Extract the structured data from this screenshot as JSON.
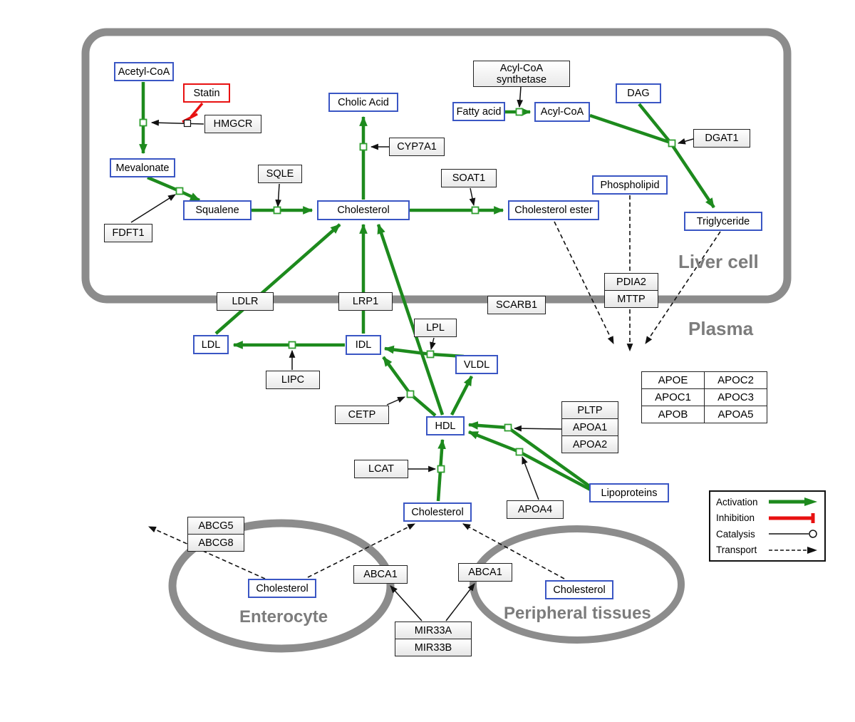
{
  "compartments": {
    "liver": "Liver cell",
    "plasma": "Plasma",
    "enterocyte": "Enterocyte",
    "peripheral": "Peripheral tissues"
  },
  "nodes": {
    "acetyl_coa": "Acetyl-CoA",
    "statin": "Statin",
    "hmgcr": "HMGCR",
    "mevalonate": "Mevalonate",
    "fdft1": "FDFT1",
    "squalene": "Squalene",
    "sqle": "SQLE",
    "cholic_acid": "Cholic Acid",
    "cyp7a1": "CYP7A1",
    "cholesterol_liver": "Cholesterol",
    "soat1": "SOAT1",
    "cholesterol_ester": "Cholesterol ester",
    "acyl_coa_synthetase_l1": "Acyl-CoA",
    "acyl_coa_synthetase_l2": "synthetase",
    "fatty_acid": "Fatty acid",
    "acyl_coa": "Acyl-CoA",
    "dag": "DAG",
    "dgat1": "DGAT1",
    "phospholipid": "Phospholipid",
    "triglyceride": "Triglyceride",
    "pdia2": "PDIA2",
    "mttp": "MTTP",
    "ldlr": "LDLR",
    "lrp1": "LRP1",
    "scarb1": "SCARB1",
    "ldl": "LDL",
    "idl": "IDL",
    "lipc": "LIPC",
    "lpl": "LPL",
    "vldl": "VLDL",
    "cetp": "CETP",
    "hdl": "HDL",
    "lcat": "LCAT",
    "pltp": "PLTP",
    "apoa1": "APOA1",
    "apoa2": "APOA2",
    "apoa4": "APOA4",
    "lipoproteins": "Lipoproteins",
    "cholesterol_plasma": "Cholesterol",
    "abcg5": "ABCG5",
    "abcg8": "ABCG8",
    "cholesterol_enterocyte": "Cholesterol",
    "abca1": "ABCA1",
    "cholesterol_peripheral": "Cholesterol",
    "mir33a": "MIR33A",
    "mir33b": "MIR33B"
  },
  "apo_table": [
    [
      "APOE",
      "APOC2"
    ],
    [
      "APOC1",
      "APOC3"
    ],
    [
      "APOB",
      "APOA5"
    ]
  ],
  "legend": {
    "activation": "Activation",
    "inhibition": "Inhibition",
    "catalysis": "Catalysis",
    "transport": "Transport"
  },
  "colors": {
    "activation_green": "#1d8a1d",
    "inhibition_red": "#e81111",
    "metabolite_border_blue": "#3a56c4",
    "compartment_gray": "#8c8c8c",
    "label_gray": "#7c7c7c"
  }
}
